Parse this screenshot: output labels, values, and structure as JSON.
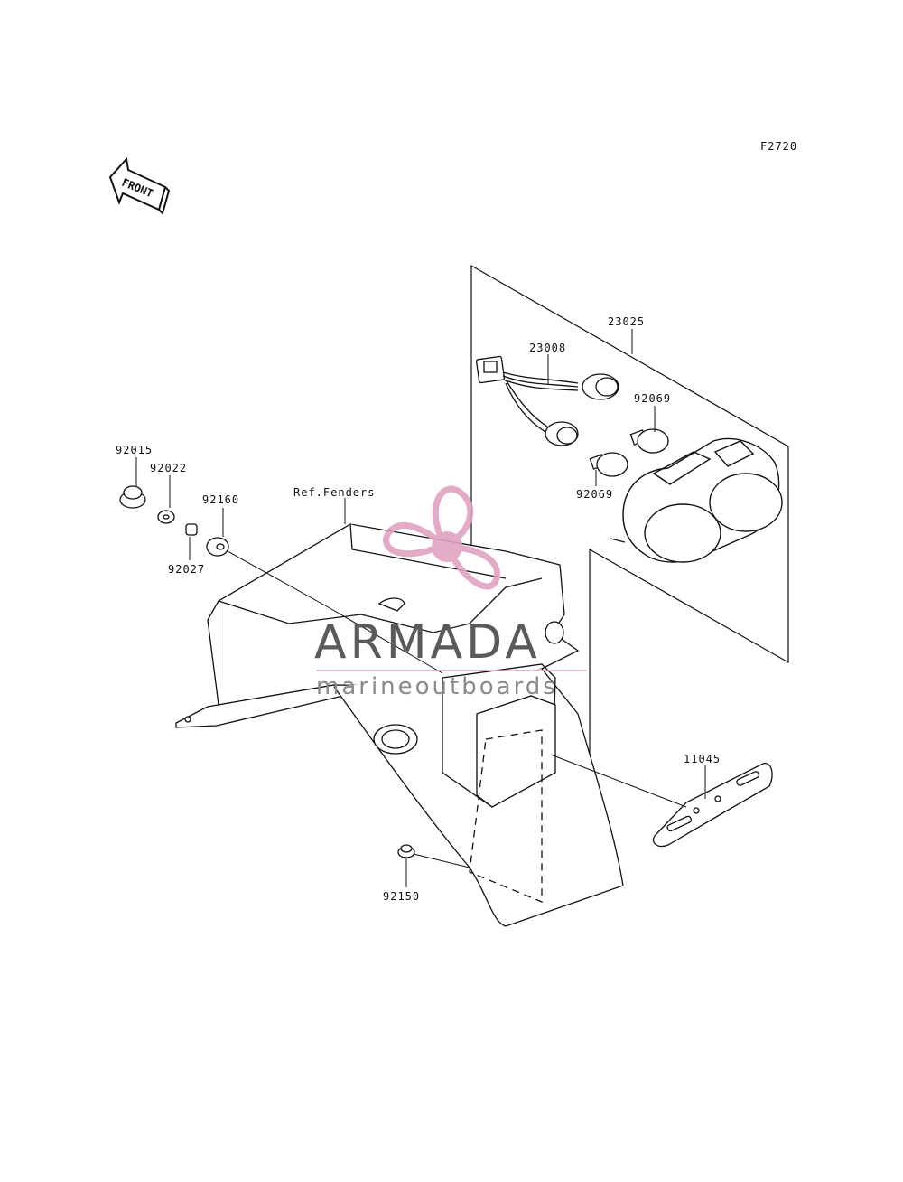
{
  "figure_code": "F2720",
  "front_label": "FRONT",
  "ref_label": "Ref.Fenders",
  "parts": {
    "p23025": "23025",
    "p23008": "23008",
    "p92069a": "92069",
    "p92069b": "92069",
    "p92015": "92015",
    "p92022": "92022",
    "p92160": "92160",
    "p92027": "92027",
    "p11045": "11045",
    "p92150": "92150"
  },
  "watermark": {
    "brand": "ARMADA",
    "tagline": "marineoutboards",
    "colors": {
      "logo_pink": "#e0a3c0",
      "text_grey": "#5a5a5a"
    }
  }
}
